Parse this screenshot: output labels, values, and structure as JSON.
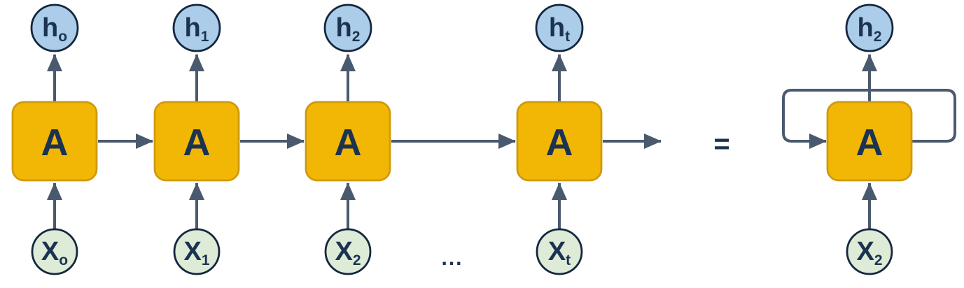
{
  "diagram": {
    "description_visible_text_only": "",
    "units": [
      {
        "hidden": {
          "base": "h",
          "sub": "o"
        },
        "cell_label": "A",
        "input": {
          "base": "X",
          "sub": "o"
        }
      },
      {
        "hidden": {
          "base": "h",
          "sub": "1"
        },
        "cell_label": "A",
        "input": {
          "base": "X",
          "sub": "1"
        }
      },
      {
        "hidden": {
          "base": "h",
          "sub": "2"
        },
        "cell_label": "A",
        "input": {
          "base": "X",
          "sub": "2"
        }
      },
      {
        "hidden": {
          "base": "h",
          "sub": "t"
        },
        "cell_label": "A",
        "input": {
          "base": "X",
          "sub": "t"
        }
      }
    ],
    "recurrent_unit": {
      "hidden": {
        "base": "h",
        "sub": "2"
      },
      "cell_label": "A",
      "input": {
        "base": "X",
        "sub": "2"
      }
    },
    "ellipsis": "...",
    "equals_sign": "=",
    "colors": {
      "hidden_node_fill": "#abcdea",
      "hidden_node_stroke": "#14273e",
      "input_node_fill": "#ddebd7",
      "input_node_stroke": "#14273e",
      "cell_fill": "#f2b705",
      "cell_stroke": "#cf9a0d",
      "arrow": "#4a5a6e",
      "text": "#1b3351"
    }
  }
}
